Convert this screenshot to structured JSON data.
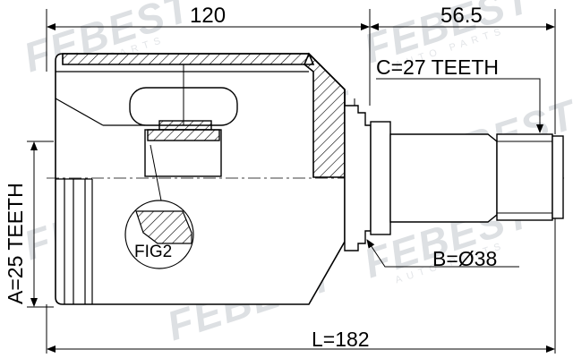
{
  "dimensions": {
    "body_length": "120",
    "shaft_length": "56.5",
    "total_length": "L=182"
  },
  "specs": {
    "outer_teeth": "C=27 TEETH",
    "inner_teeth": "A=25 TEETH",
    "seal_diameter": "B=Ø38"
  },
  "figure_label": "FIG2",
  "watermark": {
    "brand": "FEBEST",
    "sub": "AUTO PARTS"
  },
  "colors": {
    "line": "#000000",
    "watermark": "#dde0e3"
  }
}
